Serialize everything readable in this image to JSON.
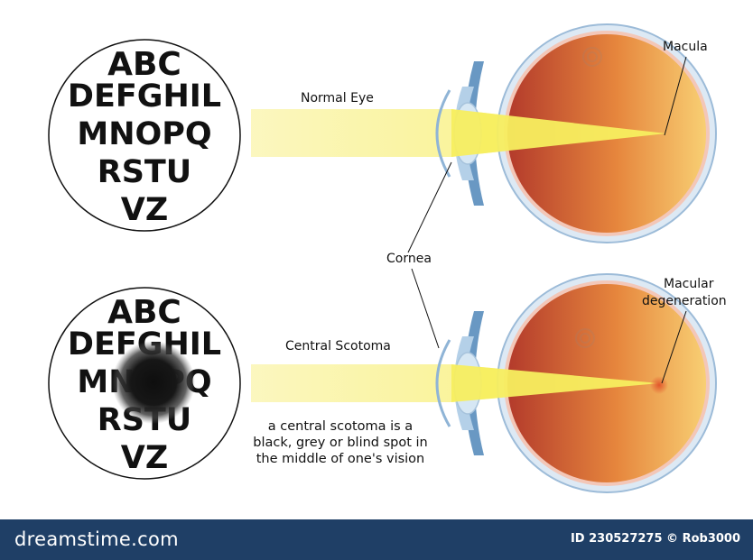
{
  "colors": {
    "eye_inner_dark": "#b83c2c",
    "eye_inner_light": "#f6c86c",
    "sclera_outline": "#8fb4d6",
    "lens": "#cfe3f2",
    "light_beam": "#fbf39a",
    "footer": "#1f3f66",
    "scotoma": "#1a1a1a"
  },
  "eye_chart_rows": [
    "ABC",
    "DEFGHIL",
    "MNOPQ",
    "RSTU",
    "VZ"
  ],
  "normal": {
    "label": "Normal Eye"
  },
  "scotoma": {
    "label": "Central Scotoma",
    "caption_lines": [
      "a central scotoma is a",
      "black, grey or blind spot in",
      "the middle of one's vision"
    ]
  },
  "labels": {
    "macula": "Macula",
    "cornea": "Cornea",
    "macular_degeneration_line1": "Macular",
    "macular_degeneration_line2": "degeneration"
  },
  "footer": {
    "logo": "dreamstime.com",
    "id_text": "ID 230527275 © Rob3000"
  },
  "icons": [
    "swirl-watermark-icon",
    "eye-chart-circle",
    "eyeball-cross-section"
  ]
}
